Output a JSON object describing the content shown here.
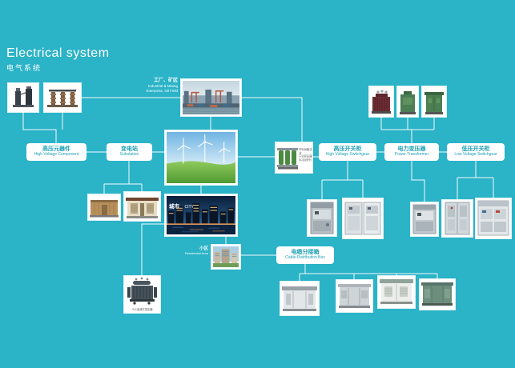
{
  "page": {
    "title": "Electrical system",
    "subtitle": "电气系统"
  },
  "nodes": {
    "industrial": {
      "zh": "工厂、矿区",
      "en1": "Industrial & Mining",
      "en2": "Enterprise, Oil Field"
    },
    "high_voltage_component": {
      "zh": "高压元器件",
      "en": "High Voltage Component"
    },
    "substation": {
      "zh": "变电站",
      "en": "Substation"
    },
    "high_voltage_switchgear": {
      "zh": "高压开关柜",
      "en": "High Voltage Switchgear"
    },
    "power_transformer": {
      "zh": "电力变压器",
      "en": "Power Transformer"
    },
    "low_voltage_switchgear": {
      "zh": "低压开关柜",
      "en": "Low Voltage Switchgear"
    },
    "cable_distribution_box": {
      "zh": "电缆分接箱",
      "en": "Cable Distribution Box"
    },
    "city": {
      "zh": "城市",
      "en": "CITY"
    },
    "residential": {
      "zh": "小区",
      "en": "Residential Area"
    }
  },
  "captions": {
    "dry_transformer": [
      "环氧树脂浇注",
      "干式变压器",
      "SC(B)系列"
    ],
    "oil_transformer": "S11油浸式变压器"
  },
  "colors": {
    "background": "#2bb3c7",
    "line": "#ffffff",
    "label_text": "#1d9fb4"
  }
}
